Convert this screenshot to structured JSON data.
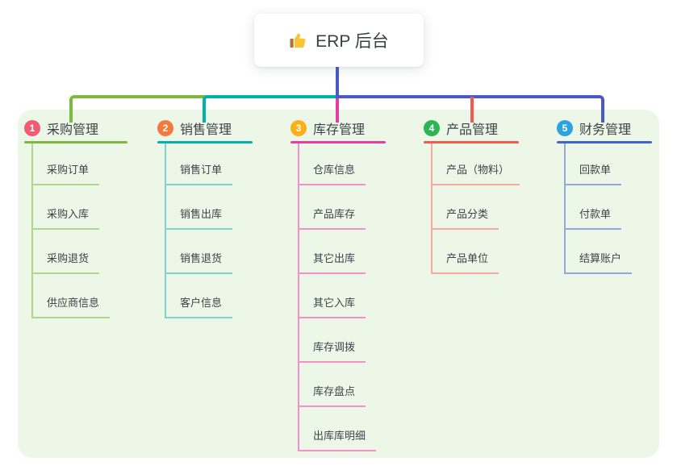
{
  "root": {
    "title": "ERP 后台",
    "icon": "thumbs-up-icon"
  },
  "colors": {
    "panel_bg": "#edf7e8",
    "connector": "#4a5ac4",
    "text": "#3d4349"
  },
  "branches": [
    {
      "index": "1",
      "label": "采购管理",
      "badge_color": "#f25c72",
      "line_color": "#7cb93f",
      "light_color": "#aed789",
      "children": [
        "采购订单",
        "采购入库",
        "采购退货",
        "供应商信息"
      ]
    },
    {
      "index": "2",
      "label": "销售管理",
      "badge_color": "#f5793f",
      "line_color": "#00b2a9",
      "light_color": "#7fd4cd",
      "children": [
        "销售订单",
        "销售出库",
        "销售退货",
        "客户信息"
      ]
    },
    {
      "index": "3",
      "label": "库存管理",
      "badge_color": "#fbb016",
      "line_color": "#e93c9f",
      "light_color": "#f390c8",
      "children": [
        "仓库信息",
        "产品库存",
        "其它出库",
        "其它入库",
        "库存调拨",
        "库存盘点",
        "出库库明细"
      ]
    },
    {
      "index": "4",
      "label": "产品管理",
      "badge_color": "#2eb553",
      "line_color": "#f25a50",
      "light_color": "#f9a8a2",
      "children": [
        "产品（物料）",
        "产品分类",
        "产品单位"
      ]
    },
    {
      "index": "5",
      "label": "财务管理",
      "badge_color": "#2ba4dd",
      "line_color": "#3f63d2",
      "light_color": "#93a8de",
      "children": [
        "回款单",
        "付款单",
        "结算账户"
      ]
    }
  ]
}
